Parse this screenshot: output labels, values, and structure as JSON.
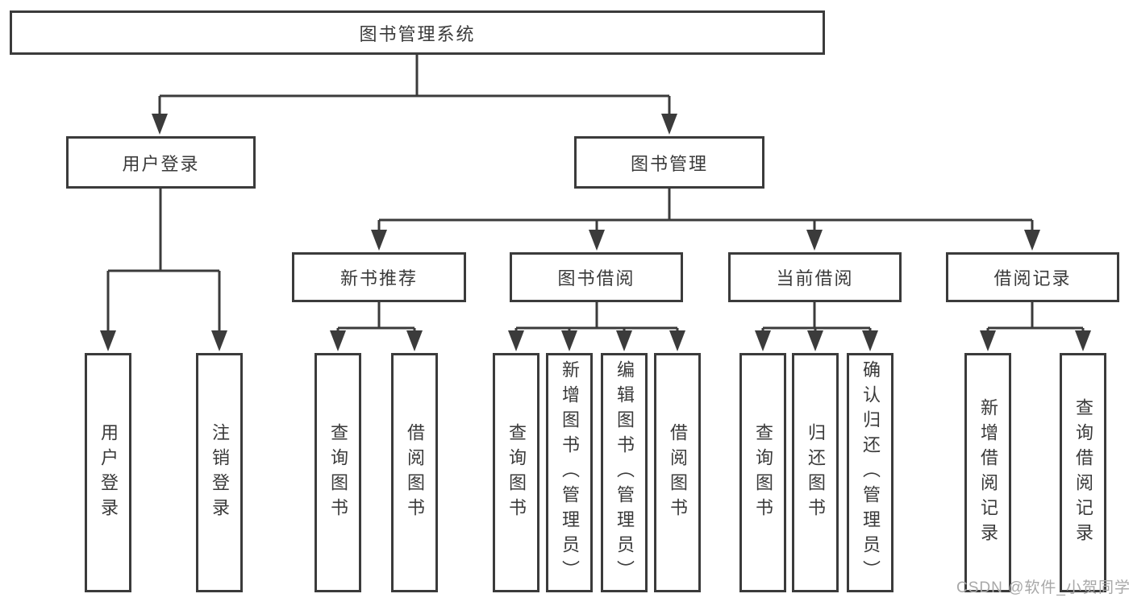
{
  "diagram": {
    "root": {
      "label": "图书管理系统"
    },
    "level2": [
      {
        "label": "用户登录"
      },
      {
        "label": "图书管理"
      }
    ],
    "level3": [
      {
        "label": "新书推荐"
      },
      {
        "label": "图书借阅"
      },
      {
        "label": "当前借阅"
      },
      {
        "label": "借阅记录"
      }
    ],
    "leaves": {
      "user_login": [
        {
          "label": "用户登录"
        },
        {
          "label": "注销登录"
        }
      ],
      "new_books": [
        {
          "label": "查询图书"
        },
        {
          "label": "借阅图书"
        }
      ],
      "book_borrow": [
        {
          "label": "查询图书"
        },
        {
          "label": "新增图书（管理员）"
        },
        {
          "label": "编辑图书（管理员）"
        },
        {
          "label": "借阅图书"
        }
      ],
      "current_borrow": [
        {
          "label": "查询图书"
        },
        {
          "label": "归还图书"
        },
        {
          "label": "确认归还（管理员）"
        }
      ],
      "borrow_records": [
        {
          "label": "新增借阅记录"
        },
        {
          "label": "查询借阅记录"
        }
      ]
    },
    "watermark": "CSDN @软件_小贺同学",
    "colors": {
      "line": "#3b3b3b",
      "text": "#3a3a3a",
      "watermark": "#a8a8a8",
      "background": "#ffffff"
    }
  }
}
